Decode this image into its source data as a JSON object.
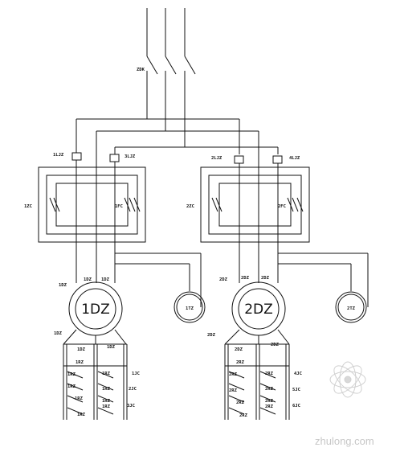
{
  "labels": {
    "main_switch": "ZDK",
    "ctrl_1": "1LJZ",
    "ctrl_2": "3LJZ",
    "ctrl_3": "2LJZ",
    "ctrl_4": "4LJZ",
    "cont_1zc": "1ZC",
    "cont_1fc": "1FC",
    "cont_2zc": "2ZC",
    "cont_2fc": "2FC",
    "motor_1": "1DZ",
    "motor_2": "2DZ",
    "aux_1": "1TZ",
    "aux_2": "2TZ",
    "m1_in_a": "1DZ",
    "m1_in_b": "1DZ",
    "m1_in_c": "1DZ",
    "m1_out": "1DZ",
    "m1_bottom_a": "1DZ",
    "m1_bottom_b": "1DZ",
    "m2_in_a": "2DZ",
    "m2_in_b": "2DZ",
    "m2_in_c": "2DZ",
    "m2_out": "2DZ",
    "m2_bottom_a": "2DZ",
    "m2_bottom_b": "2DZ"
  },
  "resistor_bank_1": {
    "rows": [
      "1RZ",
      "1RZ",
      "1RZ",
      "1RZ",
      "1RZ"
    ],
    "rows_right": [
      "1RZ",
      "1RZ",
      "1RZ",
      "1RZ"
    ],
    "side": [
      "1JC",
      "2JC",
      "3JC"
    ]
  },
  "resistor_bank_2": {
    "rows": [
      "2RZ",
      "2RZ",
      "2RZ",
      "2RZ",
      "2RZ"
    ],
    "rows_right": [
      "2RZ",
      "2RZ",
      "2RZ",
      "2RZ"
    ],
    "side": [
      "4JC",
      "5JC",
      "6JC"
    ]
  },
  "watermark": {
    "text": "zhulong.com"
  }
}
